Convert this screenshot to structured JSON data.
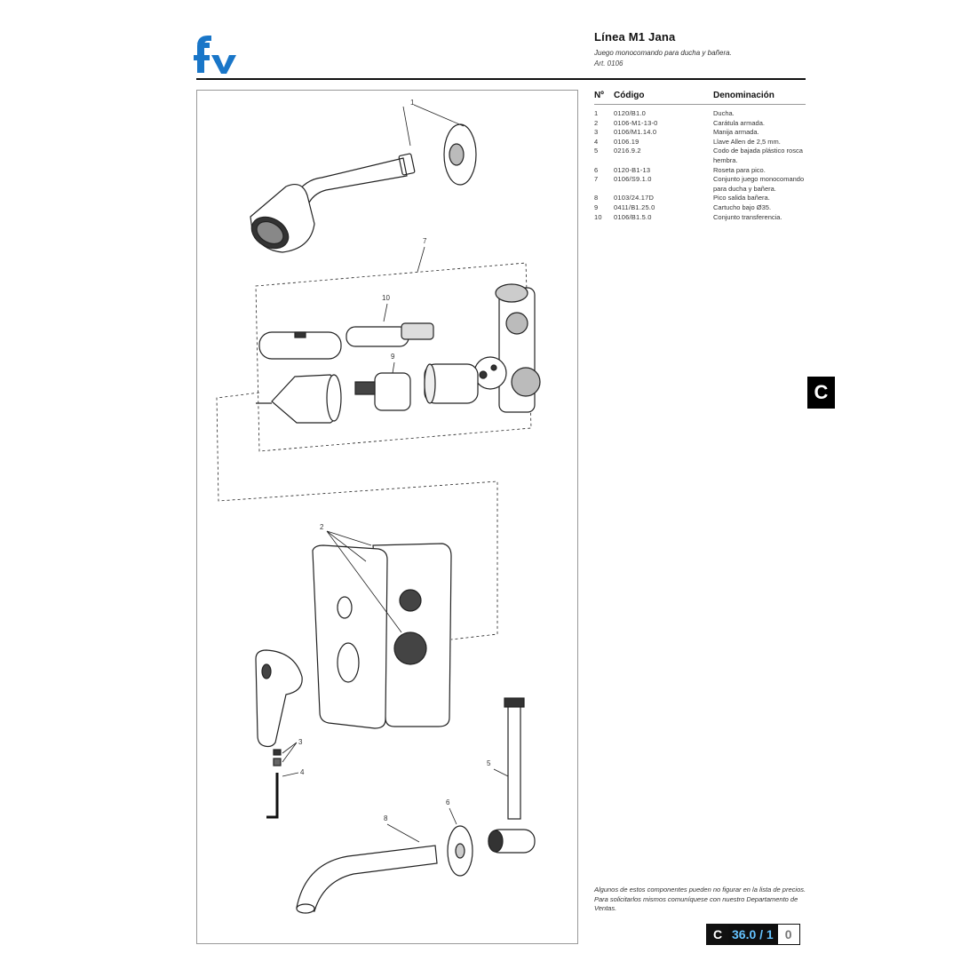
{
  "header": {
    "title": "Línea M1 Jana",
    "subtitle": "Juego monocomando para ducha y bañera.",
    "article": "Art. 0106"
  },
  "logo": {
    "text": "fv",
    "color": "#1976c8"
  },
  "parts": {
    "headers": {
      "num": "Nº",
      "code": "Código",
      "name": "Denominación"
    },
    "rows": [
      {
        "num": "1",
        "code": "0120/B1.0",
        "name": "Ducha."
      },
      {
        "num": "2",
        "code": "0106-M1-13-0",
        "name": "Carátula armada."
      },
      {
        "num": "3",
        "code": "0106/M1.14.0",
        "name": "Manija armada."
      },
      {
        "num": "4",
        "code": "0106.19",
        "name": "Llave Allen de 2,5 mm."
      },
      {
        "num": "5",
        "code": "0216.9.2",
        "name": "Codo de bajada plástico rosca hembra."
      },
      {
        "num": "6",
        "code": "0120-B1-13",
        "name": "Roseta para pico."
      },
      {
        "num": "7",
        "code": "0106/S9.1.0",
        "name": "Conjunto juego monocomando para ducha y bañera."
      },
      {
        "num": "8",
        "code": "0103/24.17D",
        "name": "Pico salida bañera."
      },
      {
        "num": "9",
        "code": "0411/B1.25.0",
        "name": "Cartucho bajo Ø35."
      },
      {
        "num": "10",
        "code": "0106/B1.5.0",
        "name": "Conjunto transferencia."
      }
    ]
  },
  "diagram_labels": {
    "l1": "1",
    "l7": "7",
    "l10": "10",
    "l9": "9",
    "l2": "2",
    "l3": "3",
    "l4": "4",
    "l5": "5",
    "l6": "6",
    "l8": "8"
  },
  "section_tab": "C",
  "note": "Algunos de estos componentes pueden no figurar en la lista de precios. Para solicitarlos mismos comuníquese con nuestro Departamento de Ventas.",
  "page_code": {
    "prefix": "C",
    "main": "36.0 / 1",
    "suffix": "0"
  }
}
